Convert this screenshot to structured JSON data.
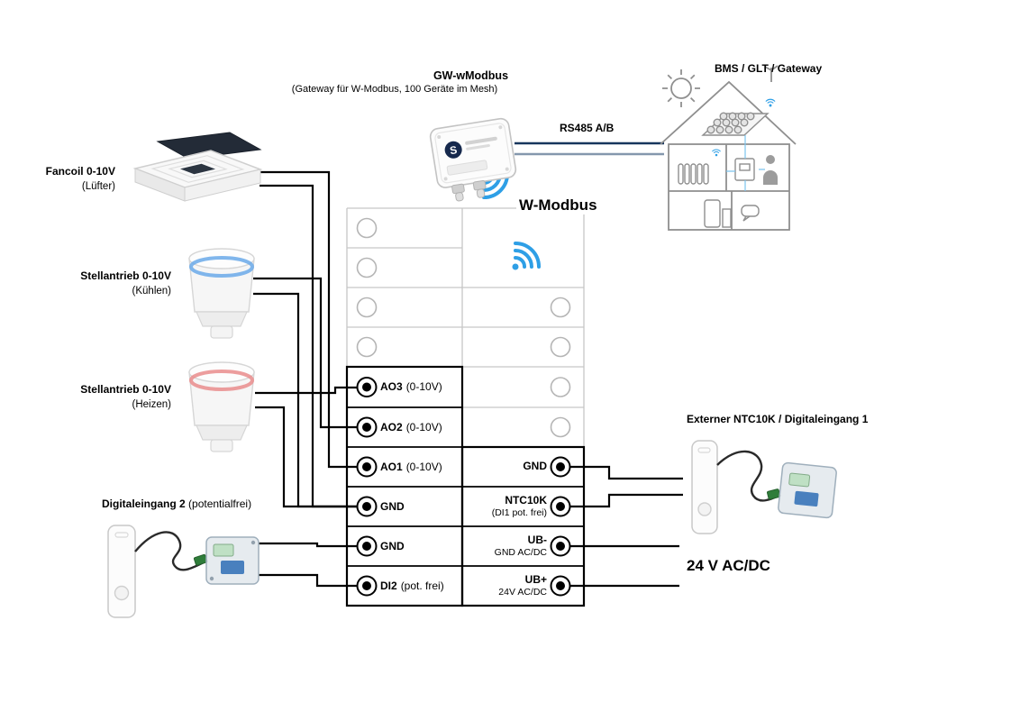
{
  "header": {
    "gateway_title": "GW-wModbus",
    "gateway_subtitle": "(Gateway für W-Modbus, 100 Geräte im Mesh)",
    "bms_label": "BMS / GLT / Gateway",
    "rs485_label": "RS485 A/B",
    "wmodbus_label": "W-Modbus"
  },
  "left_devices": [
    {
      "id": "fancoil",
      "title": "Fancoil 0-10V",
      "subtitle": "(Lüfter)"
    },
    {
      "id": "actuator-cooling",
      "title": "Stellantrieb 0-10V",
      "subtitle": "(Kühlen)"
    },
    {
      "id": "actuator-heating",
      "title": "Stellantrieb 0-10V",
      "subtitle": "(Heizen)"
    },
    {
      "id": "digital-input-2",
      "title": "Digitaleingang 2",
      "subtitle": "(potentialfrei)"
    }
  ],
  "right_side": {
    "sensor_label": "Externer NTC10K / Digitaleingang 1",
    "power_label": "24 V AC/DC"
  },
  "terminal_block": {
    "left": [
      {
        "label": "AO3",
        "detail": "(0-10V)"
      },
      {
        "label": "AO2",
        "detail": "(0-10V)"
      },
      {
        "label": "AO1",
        "detail": "(0-10V)"
      },
      {
        "label": "GND",
        "detail": ""
      },
      {
        "label": "GND",
        "detail": ""
      },
      {
        "label": "DI2",
        "detail": "(pot. frei)"
      }
    ],
    "right": [
      {
        "label": "GND",
        "detail": ""
      },
      {
        "label": "NTC10K",
        "detail": "(DI1 pot. frei)"
      },
      {
        "label": "UB-",
        "detail": "GND AC/DC"
      },
      {
        "label": "UB+",
        "detail": "24V AC/DC"
      }
    ]
  },
  "icons": {
    "logo_s": "S"
  },
  "colors": {
    "wire": "#000000",
    "wifi_blue": "#2e9fe6",
    "rs485_dark": "#17365d",
    "rs485_light": "#8497ad",
    "cooling_ring": "#6aa9e9",
    "heating_ring": "#e98c8c"
  }
}
